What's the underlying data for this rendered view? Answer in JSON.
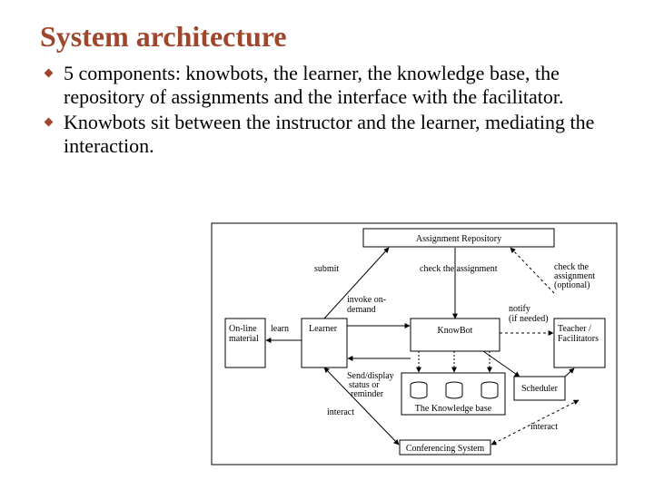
{
  "slide": {
    "title": "System architecture",
    "bullets": [
      "5 components: knowbots, the learner, the knowledge base, the repository of assignments and the interface with the facilitator.",
      "Knowbots sit between the instructor and the learner, mediating the interaction."
    ]
  },
  "diagram": {
    "boxes": {
      "assignment_repository": "Assignment Repository",
      "online_material_line1": "On-line",
      "online_material_line2": "material",
      "learner": "Learner",
      "knowbot": "KnowBot",
      "teacher_line1": "Teacher /",
      "teacher_line2": "Facilitators",
      "scheduler": "Scheduler",
      "knowledge_base": "The Knowledge base",
      "conferencing_system": "Conferencing System"
    },
    "labels": {
      "submit": "submit",
      "check_assignment": "check the assignment",
      "check_optional_line1": "check the",
      "check_optional_line2": "assignment",
      "check_optional_line3": "(optional)",
      "invoke_line1": "invoke on-",
      "invoke_line2": "demand",
      "notify_line1": "notify",
      "notify_line2": "(if needed)",
      "learn": "learn",
      "send_line1": "Send/display",
      "send_line2": "status or",
      "send_line3": "reminder",
      "interact_left": "interact",
      "interact_right": "interact"
    }
  }
}
